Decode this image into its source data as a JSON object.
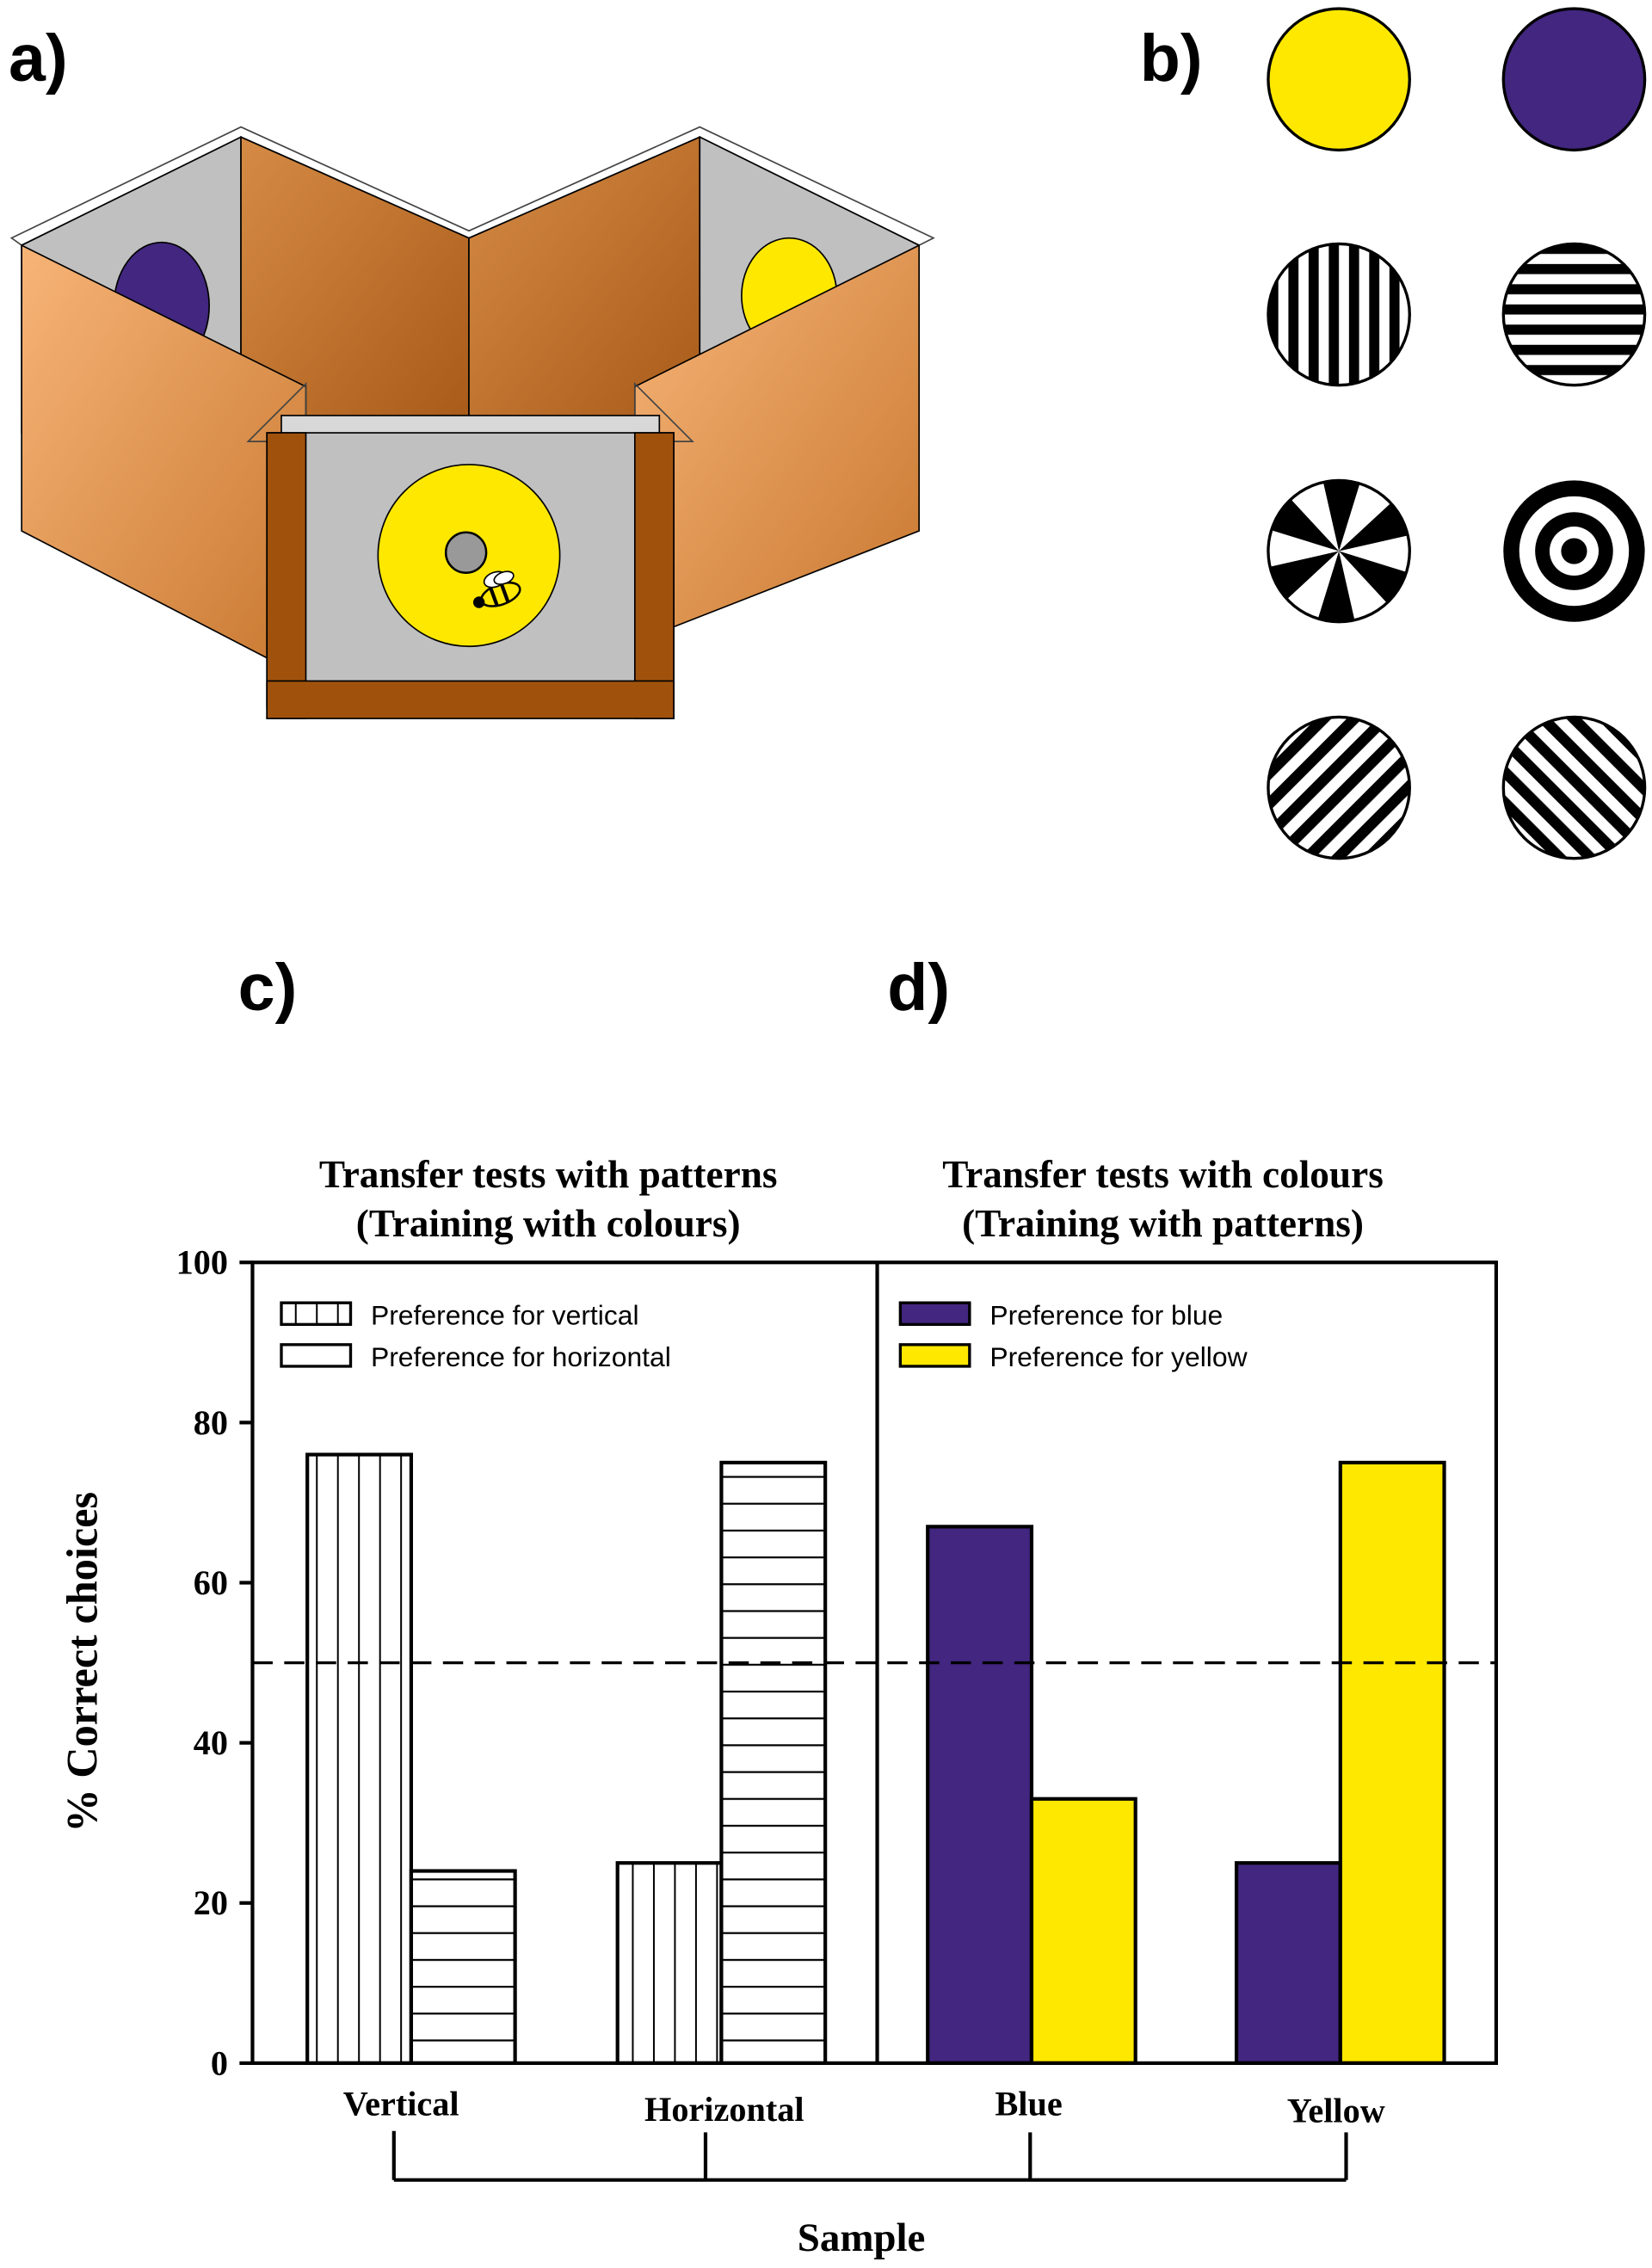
{
  "panels": {
    "a": "a)",
    "b": "b)",
    "c": "c)",
    "d": "d)"
  },
  "colors": {
    "blue": "#42267f",
    "yellow": "#ffe800",
    "wood_light": "#f0a868",
    "wood_dark": "#a0520c",
    "gray": "#c0c0c0"
  },
  "stimuli": [
    "yellow-disc",
    "blue-disc",
    "vertical-stripes",
    "horizontal-stripes",
    "radial-sectors",
    "concentric-rings",
    "diagonal-stripes-left",
    "diagonal-stripes-right"
  ],
  "chart_data": {
    "type": "bar",
    "ylabel": "% Correct choices",
    "xlabel": "Sample",
    "ylim": [
      0,
      100
    ],
    "yticks": [
      "0",
      "20",
      "40",
      "60",
      "80",
      "100"
    ],
    "chance_level": 50,
    "panels": [
      {
        "title_line1": "Transfer tests with patterns",
        "title_line2": "(Training with colours)",
        "legend": [
          "Preference for vertical",
          "Preference for horizontal"
        ],
        "categories": [
          "Vertical",
          "Horizontal"
        ],
        "series": [
          {
            "name": "Preference for vertical",
            "values": [
              76,
              25
            ],
            "fill": "vstripe"
          },
          {
            "name": "Preference for horizontal",
            "values": [
              24,
              75
            ],
            "fill": "hstripe"
          }
        ]
      },
      {
        "title_line1": "Transfer tests with colours",
        "title_line2": "(Training with patterns)",
        "legend": [
          "Preference for blue",
          "Preference for yellow"
        ],
        "categories": [
          "Blue",
          "Yellow"
        ],
        "series": [
          {
            "name": "Preference for blue",
            "values": [
              67,
              25
            ],
            "fill": "#42267f"
          },
          {
            "name": "Preference for yellow",
            "values": [
              33,
              75
            ],
            "fill": "#ffe800"
          }
        ]
      }
    ]
  }
}
